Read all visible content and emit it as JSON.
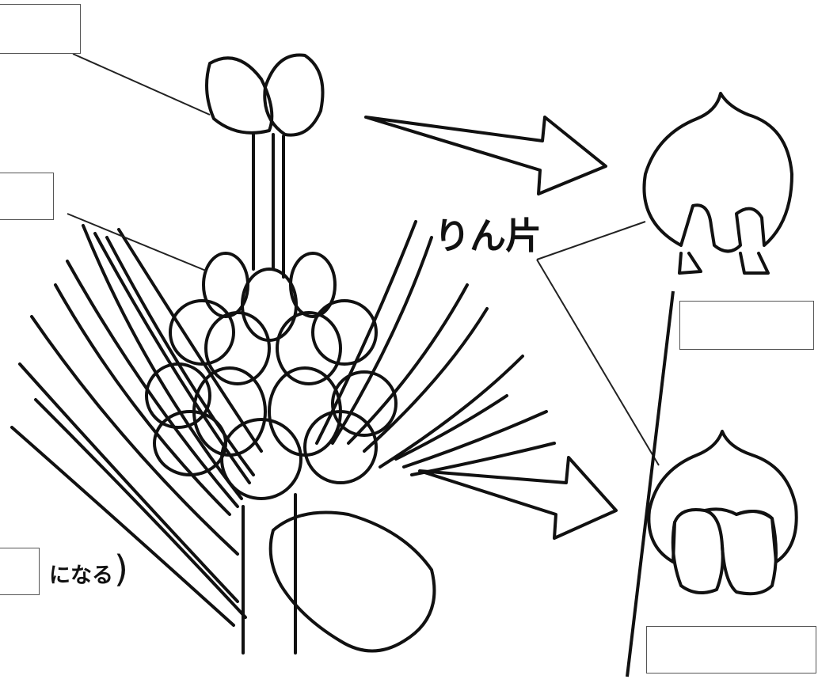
{
  "diagram": {
    "labels": {
      "scale": "りん片",
      "becomes": "になる",
      "paren_close": ")"
    },
    "answer_boxes": [
      {
        "id": "top-left",
        "value": ""
      },
      {
        "id": "mid-left",
        "value": ""
      },
      {
        "id": "bottom-left",
        "value": ""
      },
      {
        "id": "right-upper",
        "value": ""
      },
      {
        "id": "right-lower",
        "value": ""
      }
    ],
    "colors": {
      "ink": "#111111",
      "box_border": "#555555",
      "background": "#ffffff"
    }
  }
}
